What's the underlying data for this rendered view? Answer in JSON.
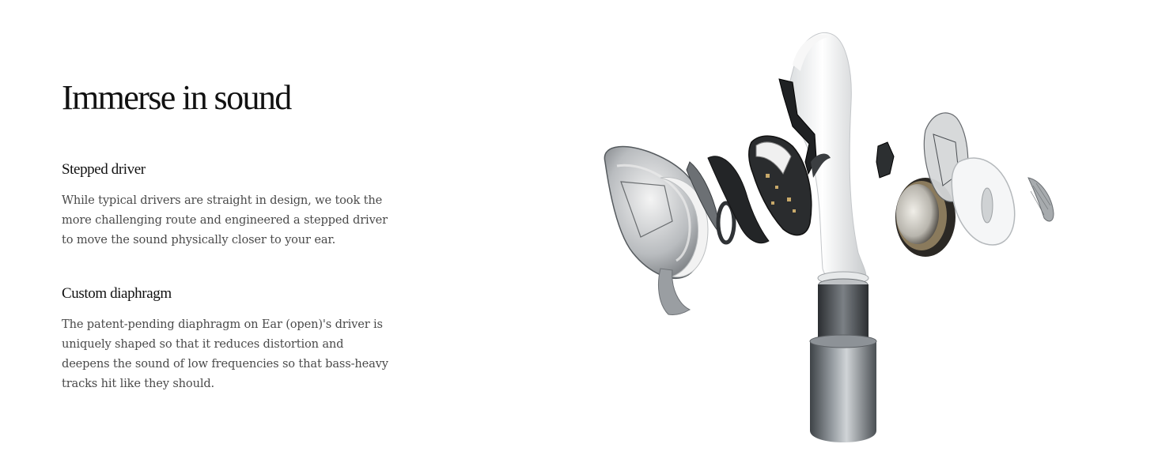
{
  "section": {
    "title": "Immerse in sound"
  },
  "features": [
    {
      "title": "Stepped driver",
      "body": "While typical drivers are straight in design, we took the more challenging route and engineered a stepped driver to move the sound physically closer to your ear."
    },
    {
      "title": "Custom diaphragm",
      "body": "The patent-pending diaphragm on Ear (open)'s driver is uniquely shaped so that it reduces distortion and deepens the sound of low frequencies so that bass-heavy tracks hit like they should."
    }
  ],
  "image": {
    "icon": "exploded-earbud-illustration"
  }
}
